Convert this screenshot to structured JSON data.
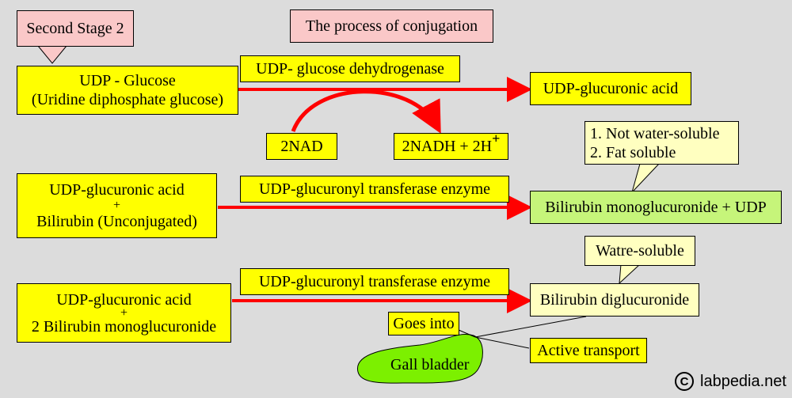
{
  "callout_stage": "Second Stage 2",
  "title": "The process of conjugation",
  "step1": {
    "input_line1": "UDP - Glucose",
    "input_line2": "(Uridine diphosphate glucose)",
    "enzyme": "UDP- glucose dehydrogenase",
    "product": "UDP-glucuronic acid",
    "cofactor_in": "2NAD",
    "cofactor_out": "2NADH + 2H",
    "cofactor_out_sup": "+"
  },
  "note1": {
    "line1": "1. Not water-soluble",
    "line2": "2. Fat soluble"
  },
  "step2": {
    "input_line1": "UDP-glucuronic acid",
    "input_plus": "+",
    "input_line2": "Bilirubin (Unconjugated)",
    "enzyme": "UDP-glucuronyl transferase enzyme",
    "product": "Bilirubin monoglucuronide + UDP"
  },
  "note2": "Watre-soluble",
  "step3": {
    "input_line1": "UDP-glucuronic acid",
    "input_plus": "+",
    "input_line2": "2 Bilirubin monoglucuronide",
    "enzyme": "UDP-glucuronyl transferase enzyme",
    "product": "Bilirubin diglucuronide"
  },
  "goes_into": "Goes into",
  "active_transport": "Active transport",
  "gall_bladder": "Gall bladder",
  "copyright_symbol": "C",
  "copyright_text": "labpedia.net",
  "colors": {
    "background": "#dcdcdc",
    "yellow": "#ffff00",
    "light_yellow": "#ffffc0",
    "green": "#c6f57a",
    "pink": "#fac8c8",
    "arrow": "#ff0000",
    "gall_bladder": "#7cf000"
  }
}
